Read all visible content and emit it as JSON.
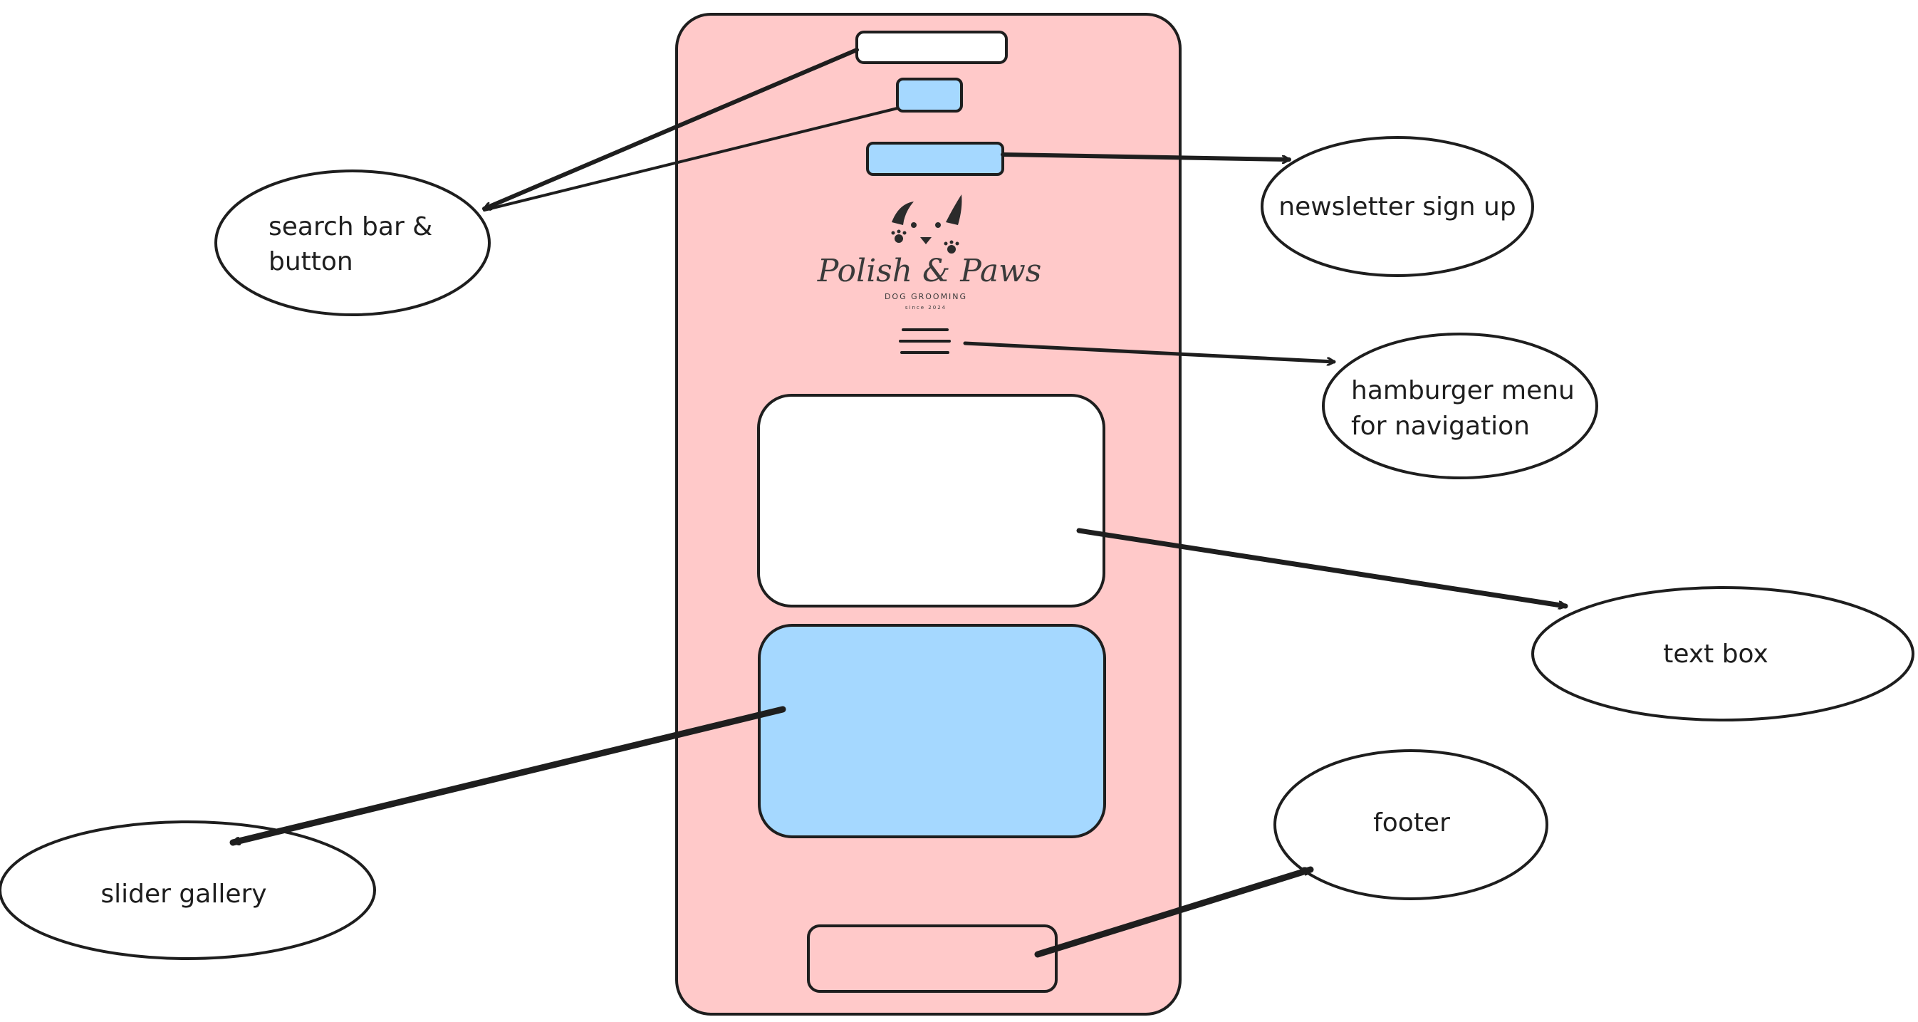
{
  "colors": {
    "phone_bg": "#ffc9c9",
    "block_blue": "#a5d8ff",
    "block_white": "#ffffff",
    "stroke": "#1e1e1e"
  },
  "logo": {
    "title": "Polish & Paws",
    "subtitle": "DOG GROOMING",
    "since": "since 2024"
  },
  "annotations": {
    "search": [
      "search bar &",
      "button"
    ],
    "newsletter": [
      "newsletter sign up"
    ],
    "hamburger": [
      "hamburger menu",
      "for navigation"
    ],
    "textbox": [
      "text box"
    ],
    "slider": [
      "slider gallery"
    ],
    "footer": [
      "footer"
    ]
  }
}
